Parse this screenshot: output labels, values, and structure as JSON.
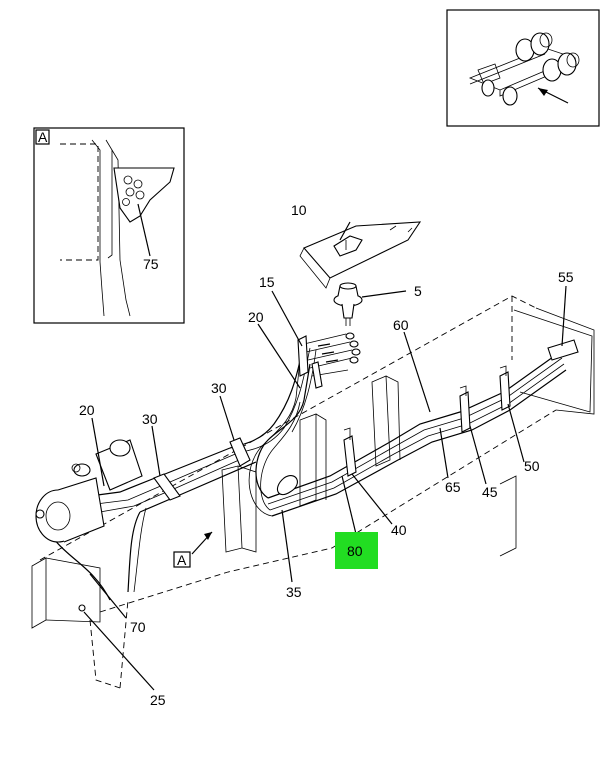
{
  "callouts": {
    "c5": "5",
    "c10": "10",
    "c15": "15",
    "c20a": "20",
    "c20b": "20",
    "c25": "25",
    "c30a": "30",
    "c30b": "30",
    "c35": "35",
    "c40": "40",
    "c45": "45",
    "c50": "50",
    "c55": "55",
    "c60": "60",
    "c65": "65",
    "c70": "70",
    "c75": "75",
    "c80": "80"
  },
  "views": {
    "detail_label": "A",
    "view_ref": "A"
  },
  "colors": {
    "highlight": "#22dd22",
    "line": "#000000"
  }
}
